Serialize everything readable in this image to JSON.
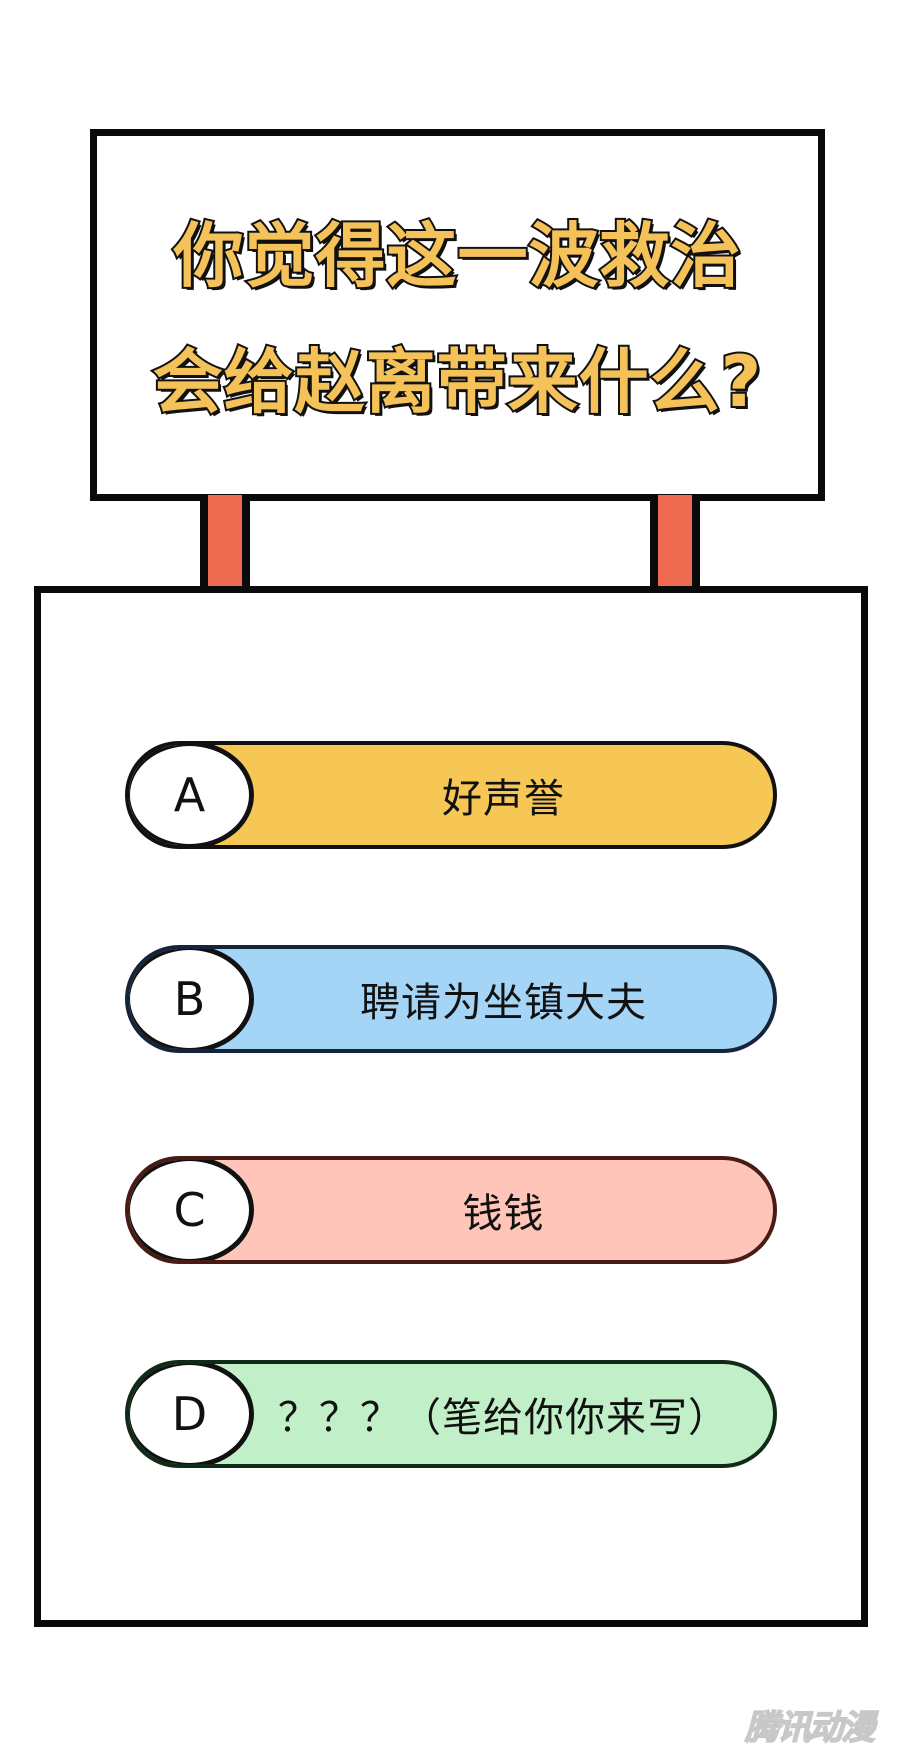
{
  "sign": {
    "title_line1": "你觉得这一波救治",
    "title_line2": "会给赵离带来什么?",
    "title_color": "#F5C25A",
    "post_color": "#EE6A50"
  },
  "options": [
    {
      "letter": "A",
      "text": "好声誉",
      "fill": "#F6C755",
      "border": "#111111"
    },
    {
      "letter": "B",
      "text": "聘请为坐镇大夫",
      "fill": "#A4D5F7",
      "border": "#14253a"
    },
    {
      "letter": "C",
      "text": "钱钱",
      "fill": "#FFC5B8",
      "border": "#4a1a14"
    },
    {
      "letter": "D",
      "text": "？？？（笔给你你来写）",
      "fill": "#C1EFC8",
      "border": "#102a18"
    }
  ],
  "watermark": "腾讯动漫"
}
